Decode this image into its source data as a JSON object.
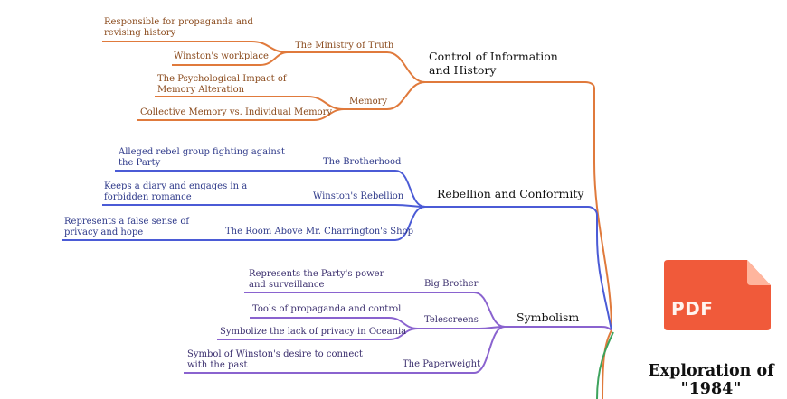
{
  "colors": {
    "control": "#e07a3c",
    "rebellion": "#4b5bd6",
    "symbolism": "#8a63cf",
    "pdf_badge": "#f05a3a",
    "extra_branch": "#3da35d"
  },
  "root": {
    "title": "Exploration of \"1984\""
  },
  "badge": {
    "label": "PDF",
    "icon": "pdf-file-icon"
  },
  "branches": {
    "control": {
      "label": "Control of Information and History",
      "children": {
        "ministry": {
          "label": "The Ministry of Truth",
          "notes": [
            "Responsible for propaganda and revising history",
            "Winston's workplace"
          ]
        },
        "memory": {
          "label": "Memory",
          "notes": [
            "The Psychological Impact of Memory Alteration",
            "Collective Memory vs. Individual Memory"
          ]
        }
      }
    },
    "rebellion": {
      "label": "Rebellion and Conformity",
      "children": {
        "brotherhood": {
          "label": "The Brotherhood",
          "note": "Alleged rebel group fighting against the Party"
        },
        "winston": {
          "label": "Winston's Rebellion",
          "note": "Keeps a diary and engages in a forbidden romance"
        },
        "room": {
          "label": "The Room Above Mr. Charrington's Shop",
          "note": "Represents a false sense of privacy and hope"
        }
      }
    },
    "symbolism": {
      "label": "Symbolism",
      "children": {
        "bigbrother": {
          "label": "Big Brother",
          "note": "Represents the Party's power and surveillance"
        },
        "telescreens": {
          "label": "Telescreens",
          "notes": [
            "Tools of propaganda and control",
            "Symbolize the lack of privacy in Oceania"
          ]
        },
        "paperweight": {
          "label": "The Paperweight",
          "note": "Symbol of Winston's desire to connect with the past"
        }
      }
    }
  }
}
